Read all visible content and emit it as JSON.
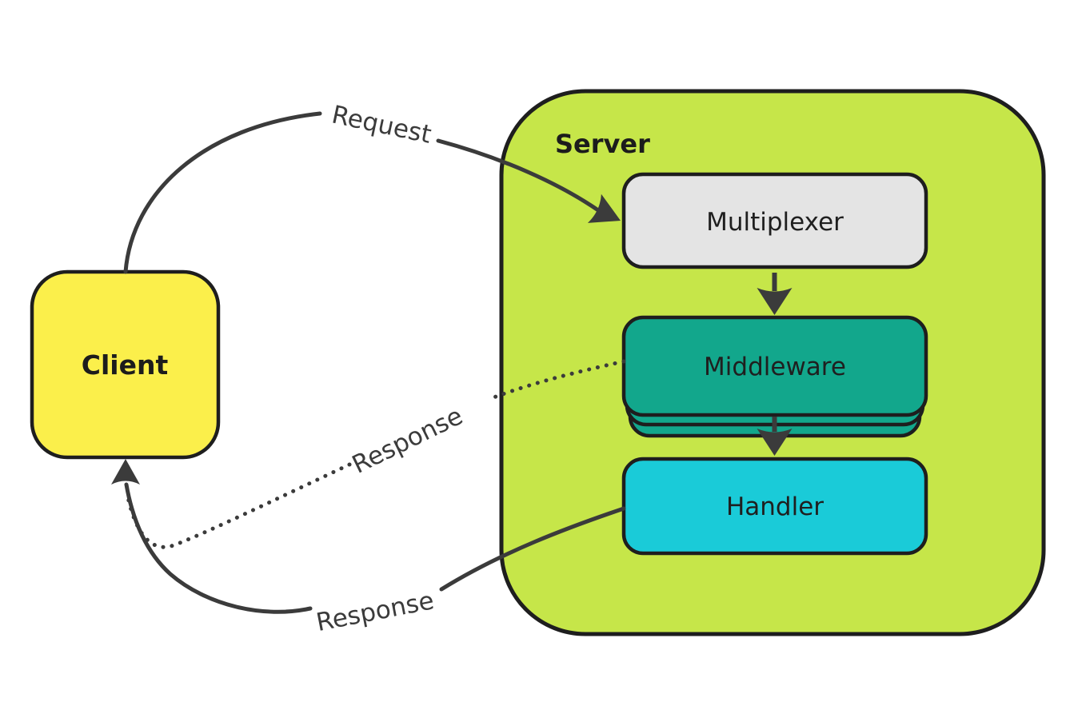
{
  "diagram": {
    "client": {
      "label": "Client"
    },
    "server": {
      "label": "Server"
    },
    "nodes": {
      "multiplexer": {
        "label": "Multiplexer"
      },
      "middleware": {
        "label": "Middleware",
        "stacked": true
      },
      "handler": {
        "label": "Handler"
      }
    },
    "edges": {
      "request": {
        "label": "Request",
        "style": "solid",
        "from": "client",
        "to": "multiplexer"
      },
      "mux_to_middleware": {
        "label": "",
        "style": "solid",
        "from": "multiplexer",
        "to": "middleware"
      },
      "middleware_to_handler": {
        "label": "",
        "style": "solid",
        "from": "middleware",
        "to": "handler"
      },
      "response_middleware": {
        "label": "Response",
        "style": "dotted",
        "from": "middleware",
        "to": "client"
      },
      "response_handler": {
        "label": "Response",
        "style": "solid",
        "from": "handler",
        "to": "client"
      }
    },
    "colors": {
      "background": "#FFFFFF",
      "client_fill": "#FBEF4B",
      "server_fill": "#C6E649",
      "multiplexer_fill": "#E4E4E4",
      "middleware_fill": "#12A78C",
      "handler_fill": "#1ACBD8",
      "node_border": "#1E1E1E",
      "arrow": "#3B3B3B"
    }
  }
}
